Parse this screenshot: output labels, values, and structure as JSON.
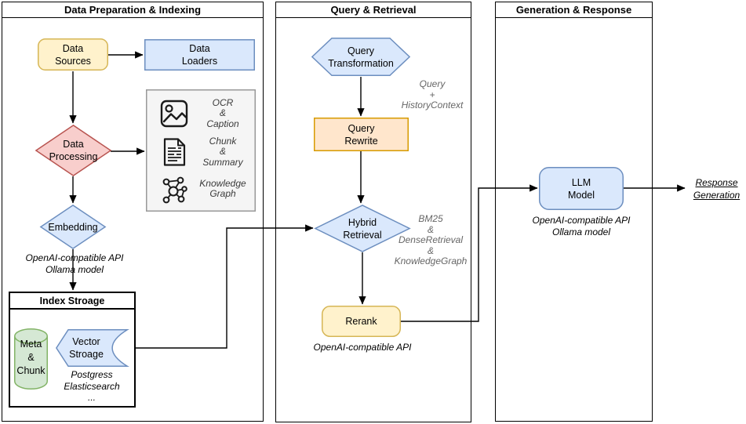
{
  "colors": {
    "yellow_fill": "#FFF2CC",
    "yellow_stroke": "#D6B656",
    "blue_fill": "#DAE8FC",
    "blue_stroke": "#6C8EBF",
    "red_fill": "#F8CECC",
    "red_stroke": "#B85450",
    "orange_fill": "#FFE6CC",
    "orange_stroke": "#D79B00",
    "green_fill": "#D5E8D4",
    "green_stroke": "#82B366",
    "gray_fill": "#F5F5F5",
    "gray_stroke": "#999999",
    "edge": "#000000",
    "icon": "#1a1a1a"
  },
  "sections": {
    "left": {
      "title": "Data Preparation & Indexing"
    },
    "middle": {
      "title": "Query & Retrieval"
    },
    "right": {
      "title": "Generation & Response"
    }
  },
  "nodes": {
    "data_sources": {
      "label": "Data\nSources"
    },
    "data_loaders": {
      "label": "Data\nLoaders"
    },
    "data_processing": {
      "label": "Data\nProcessing"
    },
    "embedding": {
      "label": "Embedding",
      "note": "OpenAI-compatible API\nOllama model"
    },
    "index_storage": {
      "title": "Index Stroage"
    },
    "meta_chunk": {
      "label": "Meta\n&\nChunk"
    },
    "vector_storage": {
      "label": "Vector\nStroage",
      "note": "Postgress\nElasticsearch\n..."
    },
    "query_transformation": {
      "label": "Query\nTransformation",
      "note": "Query\n+\nHistoryContext"
    },
    "query_rewrite": {
      "label": "Query\nRewrite"
    },
    "hybrid_retrieval": {
      "label": "Hybrid\nRetrieval",
      "note": "BM25\n&\nDenseRetrieval\n&\nKnowledgeGraph"
    },
    "rerank": {
      "label": "Rerank",
      "note": "OpenAI-compatible API"
    },
    "llm_model": {
      "label": "LLM\nModel",
      "note": "OpenAI-compatible API\nOllama model"
    },
    "response_generation": {
      "label": "Response\nGeneration"
    }
  },
  "processing_box": {
    "items": [
      {
        "icon": "image-icon",
        "label": "OCR\n&\nCaption"
      },
      {
        "icon": "document-icon",
        "label": "Chunk\n&\nSummary"
      },
      {
        "icon": "knowledge-graph-icon",
        "label": "Knowledge\nGraph"
      }
    ]
  }
}
